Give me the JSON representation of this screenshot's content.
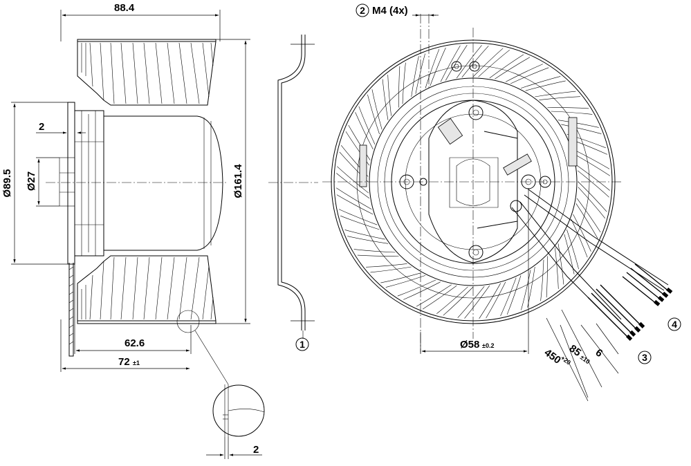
{
  "drawing": {
    "dimensions": {
      "overall_depth": "88.4",
      "flange_thickness": "2",
      "outer_diameter": "Ø89.5",
      "inner_diameter": "Ø27",
      "wheel_diameter": "Ø161.4",
      "depth_62": "62.6",
      "depth_72": "72",
      "depth_72_tol": "±1",
      "bolt_circle": "Ø58",
      "bolt_circle_tol": "±0.2",
      "cable_450": "450",
      "cable_450_tol": "+20",
      "cable_85": "85",
      "cable_85_tol": "±10",
      "cable_6": "6",
      "detail_thickness": "2"
    },
    "callouts": {
      "c1": "1",
      "c2": "2",
      "c2_text": "M4 (4x)",
      "c3": "3",
      "c4": "4"
    }
  }
}
